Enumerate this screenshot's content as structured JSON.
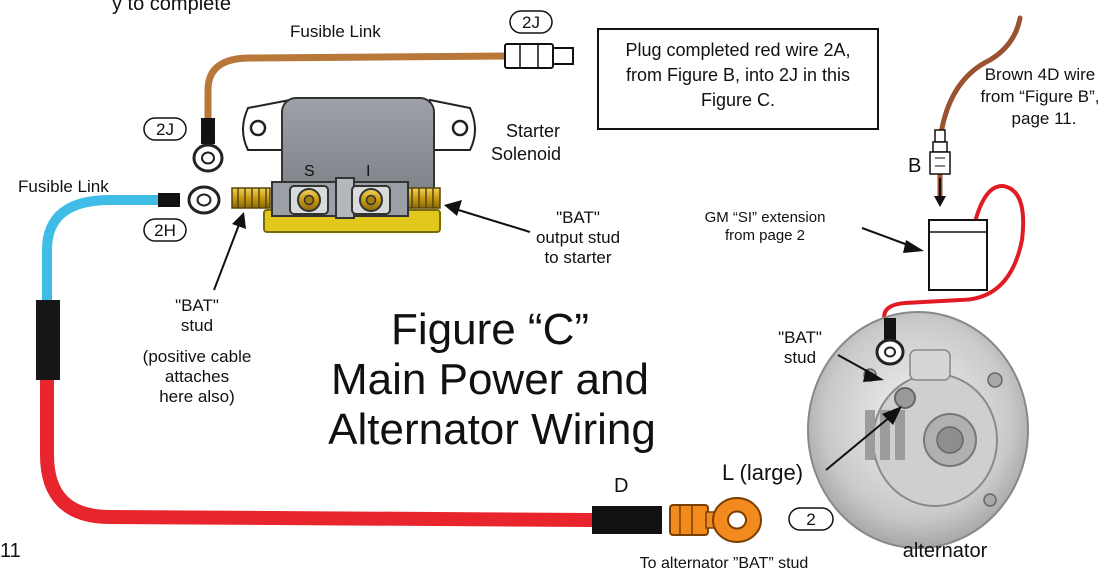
{
  "diagram": {
    "cut_header": "y to complete",
    "labels": {
      "fusible_link_top": "Fusible Link",
      "fusible_link_left": "Fusible Link",
      "starter_solenoid_1": "Starter",
      "starter_solenoid_2": "Solenoid",
      "terminal_s": "S",
      "terminal_i": "I",
      "bat_output_1": "\"BAT\"",
      "bat_output_2": "output stud",
      "bat_output_3": "to starter",
      "bat_stud_1": "\"BAT\"",
      "bat_stud_2": "stud",
      "positive_1": "(positive cable",
      "positive_2": "attaches",
      "positive_3": "here also)",
      "brown_1": "Brown 4D wire",
      "brown_2": "from “Figure B”,",
      "brown_3": "page 11.",
      "connector_b": "B",
      "gm_si_1": "GM “SI” extension",
      "gm_si_2": "from page 2",
      "alt_bat_1": "\"BAT\"",
      "alt_bat_2": "stud",
      "l_large": "L (large)",
      "wire_d": "D",
      "to_alt": "To alternator ”BAT” stud",
      "alternator": "alternator",
      "page_number": "11"
    },
    "tags": {
      "tag_2j_top": "2J",
      "tag_2j_left": "2J",
      "tag_2h": "2H",
      "tag_2": "2"
    },
    "note": {
      "line1": "Plug completed red wire 2A,",
      "line2": "from Figure B, into 2J in this",
      "line3": "Figure C."
    },
    "title": {
      "line1": "Figure “C”",
      "line2": "Main Power and",
      "line3": "Alternator Wiring"
    },
    "colors": {
      "fusible_link_brown": "#b8783a",
      "fusible_link_blue": "#3fbde6",
      "main_red": "#e8242c",
      "thin_red": "#e01b24",
      "brown_wire": "#9a5230",
      "solenoid_gray": "#8f9399",
      "brass": "#d9b024",
      "orange_terminal": "#f28a1e"
    }
  }
}
